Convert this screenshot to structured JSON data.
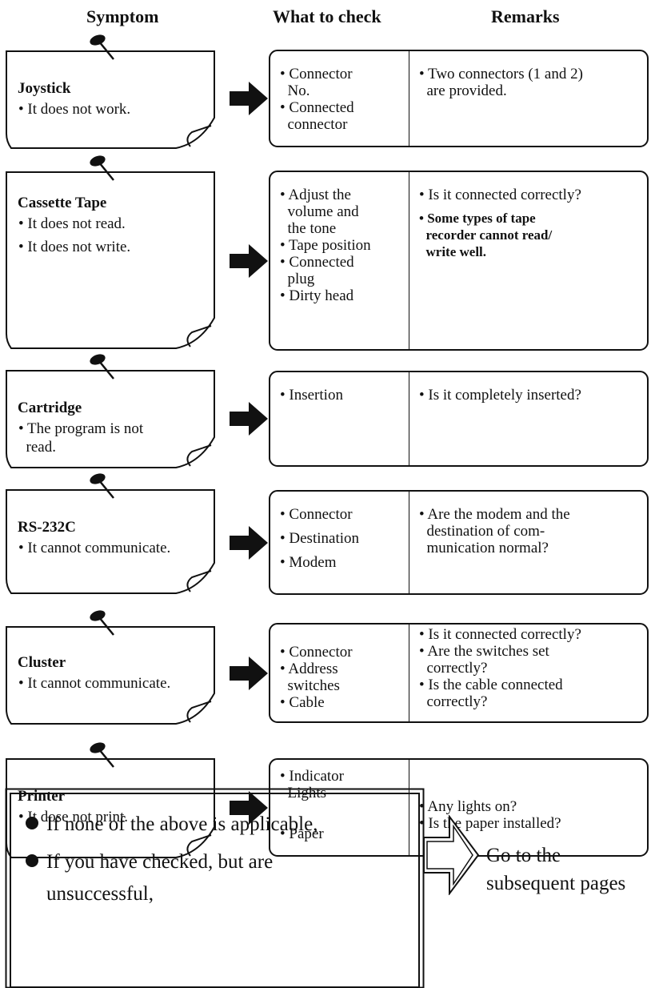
{
  "headers": {
    "symptom": "Symptom",
    "check": "What to check",
    "remarks": "Remarks"
  },
  "rows": [
    {
      "title": "Joystick",
      "symptoms": [
        "• It does not work."
      ],
      "checks": [
        "• Connector",
        "  No.",
        "• Connected",
        "  connector"
      ],
      "remarks": [
        "• Two connectors (1 and 2)",
        "  are provided."
      ]
    },
    {
      "title": "Cassette Tape",
      "symptoms": [
        "• It does not read.",
        "• It does not write."
      ],
      "checks": [
        "• Adjust the",
        "  volume and",
        "  the tone",
        "• Tape position",
        "• Connected",
        "  plug",
        "• Dirty head"
      ],
      "remarks": [
        "• Is it connected correctly?"
      ],
      "remarks_bold": [
        "• Some types of tape",
        "  recorder cannot read/",
        "  write well."
      ]
    },
    {
      "title": "Cartridge",
      "symptoms": [
        "• The program is not",
        "  read."
      ],
      "checks": [
        "• Insertion"
      ],
      "remarks": [
        "• Is it completely inserted?"
      ]
    },
    {
      "title": "RS-232C",
      "symptoms": [
        "• It cannot communicate."
      ],
      "checks": [
        "• Connector",
        "• Destination",
        "• Modem"
      ],
      "remarks": [
        "• Are the modem and the",
        "  destination of com-",
        "  munication normal?"
      ]
    },
    {
      "title": "Cluster",
      "symptoms": [
        "• It cannot communicate."
      ],
      "checks": [
        "• Connector",
        "• Address",
        "  switches",
        "• Cable"
      ],
      "remarks": [
        "• Is it connected correctly?",
        "• Are the switches set",
        "  correctly?",
        "• Is the cable connected",
        "  correctly?"
      ]
    },
    {
      "title": "Printer",
      "symptoms": [
        "• It dose not print."
      ],
      "checks": [
        "• Indicator",
        "  Lights",
        "• Paper"
      ],
      "remarks": [
        "• Any lights on?",
        "• Is the paper installed?"
      ]
    }
  ],
  "footer": {
    "items": [
      "If none of the above is applicable,",
      "If you have checked, but are",
      "unsuccessful,"
    ],
    "goto": [
      "Go to the",
      "subsequent pages"
    ]
  }
}
